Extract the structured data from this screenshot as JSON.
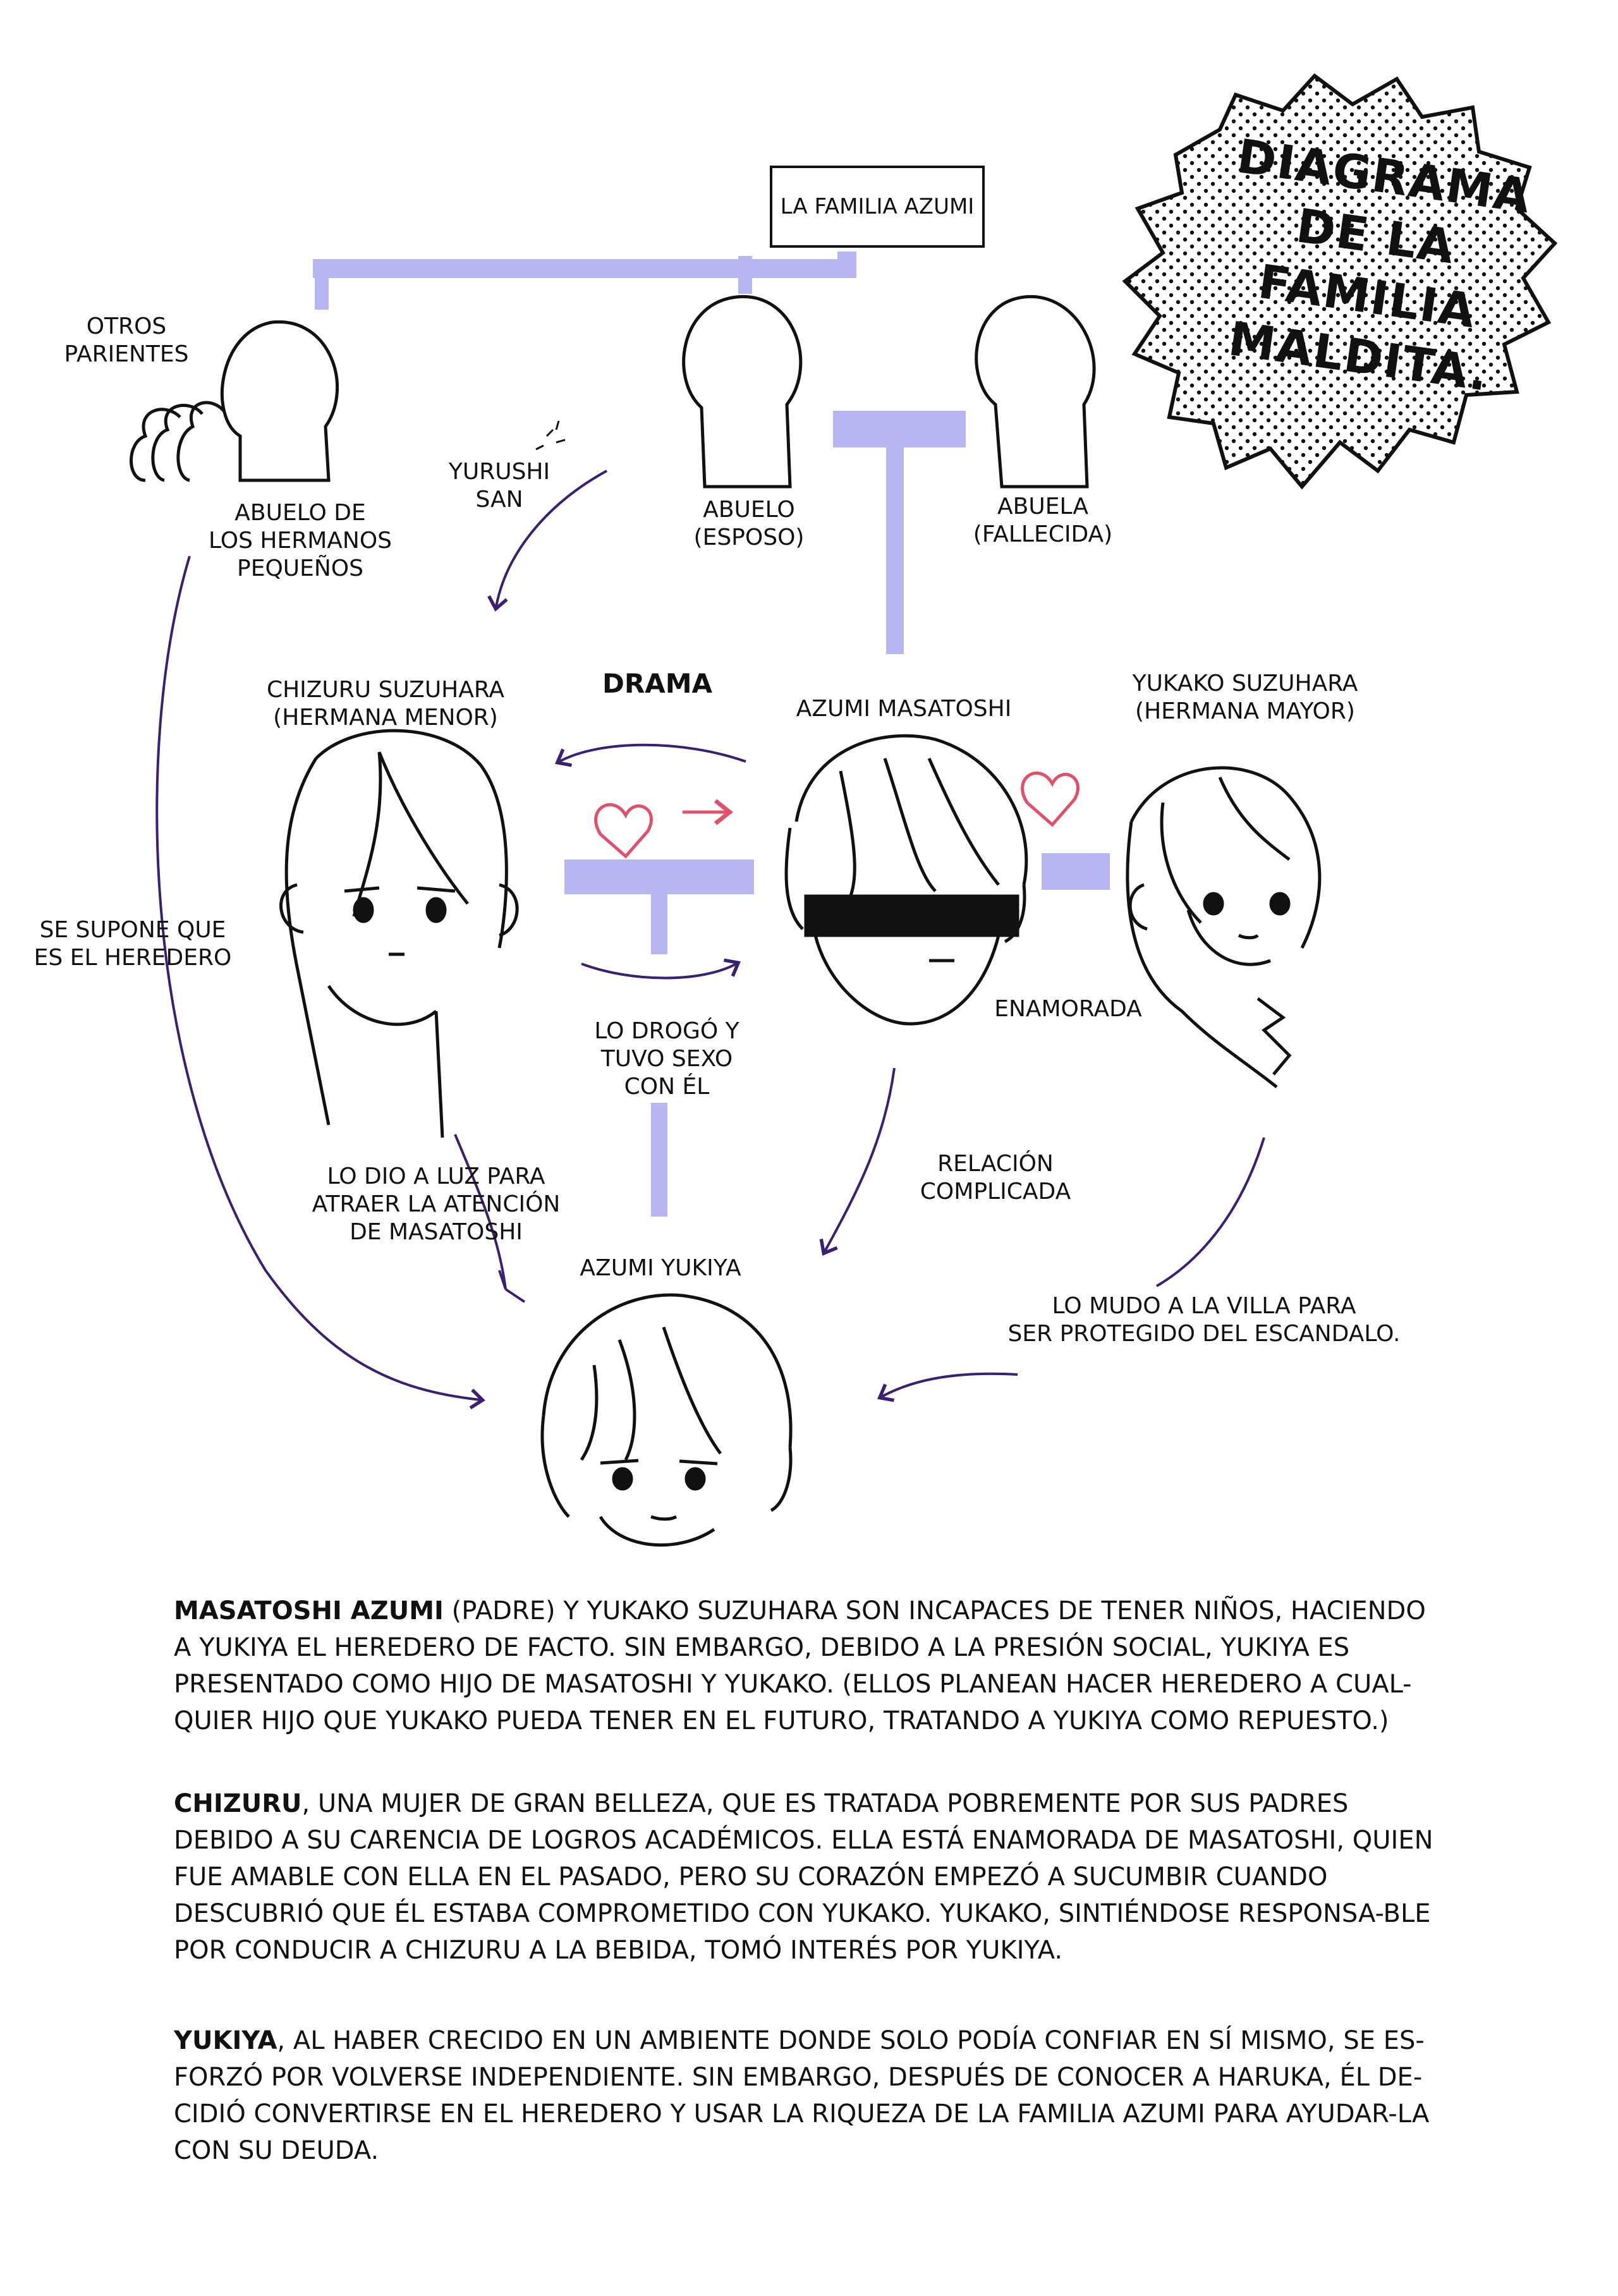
{
  "title": "DIAGRAMA\nDE LA\nFAMILIA\nMALDITA.",
  "family_box": "LA FAMILIA AZUMI",
  "labels": {
    "otros_parientes": "OTROS\nPARIENTES",
    "abuelo_hermanos": "ABUELO DE\nLOS HERMANOS\nPEQUEÑOS",
    "yurushi": "YURUSHI\nSAN",
    "abuelo_esposo": "ABUELO\n(ESPOSO)",
    "abuela": "ABUELA\n(FALLECIDA)",
    "chizuru": "CHIZURU SUZUHARA\n(HERMANA MENOR)",
    "drama": "DRAMA",
    "masatoshi": "AZUMI MASATOSHI",
    "yukako": "YUKAKO SUZUHARA\n(HERMANA MAYOR)",
    "se_supone": "SE SUPONE QUE\nES EL HEREDERO",
    "enamorada": "ENAMORADA",
    "lo_drogo": "LO DROGÓ Y\nTUVO SEXO\nCON ÉL",
    "relacion": "RELACIÓN\nCOMPLICADA",
    "lo_dio": "LO DIO A LUZ PARA\nATRAER LA ATENCIÓN\nDE MASATOSHI",
    "yukiya": "AZUMI YUKIYA",
    "lo_mudo": "LO MUDO A LA VILLA PARA\nSER PROTEGIDO DEL ESCANDALO."
  },
  "paragraphs": [
    {
      "lead": "MASATOSHI AZUMI",
      "text": " (PADRE) Y YUKAKO SUZUHARA SON INCAPACES DE TENER NIÑOS, HACIENDO A YUKIYA EL HEREDERO DE FACTO. SIN EMBARGO, DEBIDO A LA PRESIÓN SOCIAL, YUKIYA ES PRESENTADO COMO HIJO DE MASATOSHI Y YUKAKO. (ELLOS PLANEAN HACER HEREDERO A CUAL-QUIER HIJO QUE YUKAKO PUEDA TENER EN EL FUTURO, TRATANDO A YUKIYA COMO REPUESTO.)"
    },
    {
      "lead": "CHIZURU",
      "text": ", UNA MUJER DE GRAN BELLEZA, QUE ES TRATADA POBREMENTE POR SUS PADRES DEBIDO A SU CARENCIA DE LOGROS ACADÉMICOS. ELLA ESTÁ ENAMORADA DE MASATOSHI, QUIEN FUE AMABLE CON ELLA EN EL PASADO, PERO SU CORAZÓN EMPEZÓ A SUCUMBIR CUANDO DESCUBRIÓ QUE ÉL ESTABA COMPROMETIDO CON YUKAKO. YUKAKO, SINTIÉNDOSE RESPONSA-BLE POR CONDUCIR A CHIZURU A LA BEBIDA, TOMÓ INTERÉS POR YUKIYA."
    },
    {
      "lead": "YUKIYA",
      "text": ", AL HABER CRECIDO EN UN AMBIENTE DONDE SOLO PODÍA CONFIAR EN SÍ MISMO, SE ES-FORZÓ POR VOLVERSE INDEPENDIENTE. SIN EMBARGO, DESPUÉS DE CONOCER A HARUKA, ÉL DE-CIDIÓ CONVERTIRSE EN EL HEREDERO Y USAR LA RIQUEZA DE LA FAMILIA AZUMI PARA AYUDAR-LA CON SU DEUDA."
    }
  ],
  "colors": {
    "connector": "#b8b6f2",
    "arrow": "#3a2070",
    "heart": "#e0506a",
    "ink": "#111111"
  }
}
